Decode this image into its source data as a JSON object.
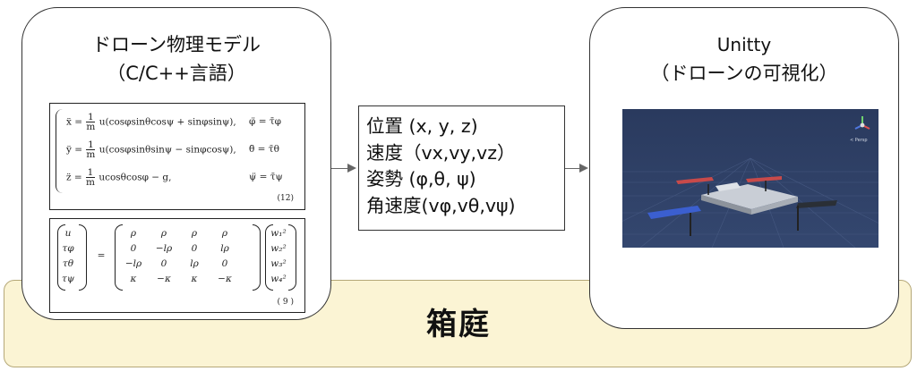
{
  "left_panel": {
    "title_line1": "ドローン物理モデル",
    "title_line2": "（C/C++言語）",
    "equations1": {
      "row1_lhs": "ẍ =",
      "row1_frac_num": "1",
      "row1_frac_den": "m",
      "row1_rhs": "u(cosφsinθcosψ + sinφsinψ),",
      "row1_right": "φ̈ = τ̄φ",
      "row2_lhs": "ÿ =",
      "row2_frac_num": "1",
      "row2_frac_den": "m",
      "row2_rhs": "u(cosφsinθsinψ − sinφcosψ),",
      "row2_right": "θ̈ = τ̄θ",
      "row3_lhs": "z̈ =",
      "row3_frac_num": "1",
      "row3_frac_den": "m",
      "row3_rhs": "ucosθcosφ − g,",
      "row3_right": "ψ̈ = τ̄ψ",
      "number": "(12)"
    },
    "equations2": {
      "lhs_vector": [
        "u",
        "τφ",
        "τθ",
        "τψ"
      ],
      "equals": "=",
      "matrix": [
        [
          "ρ",
          "ρ",
          "ρ",
          "ρ"
        ],
        [
          "0",
          "−lρ",
          "0",
          "lρ"
        ],
        [
          "−lρ",
          "0",
          "lρ",
          "0"
        ],
        [
          "κ",
          "−κ",
          "κ",
          "−κ"
        ]
      ],
      "rhs_vector": [
        "w₁²",
        "w₂²",
        "w₃²",
        "w₄²"
      ],
      "number": "( 9 )"
    }
  },
  "state": {
    "lines": [
      "位置 (x, y, z)",
      "速度（vx,vy,vz）",
      "姿勢 (φ,θ, ψ)",
      "角速度(vφ,vθ,vψ)"
    ]
  },
  "right_panel": {
    "title_line1": "Unitty",
    "title_line2": "（ドローンの可視化）",
    "gizmo_label": "< Persp"
  },
  "hakoniwa": {
    "label": "箱庭"
  },
  "colors": {
    "hakoniwa_fill": "#fbf4d4",
    "unity_background": "#2b3d61",
    "arm_blue": "#3b5fd0",
    "arm_red": "#c84a4a"
  }
}
